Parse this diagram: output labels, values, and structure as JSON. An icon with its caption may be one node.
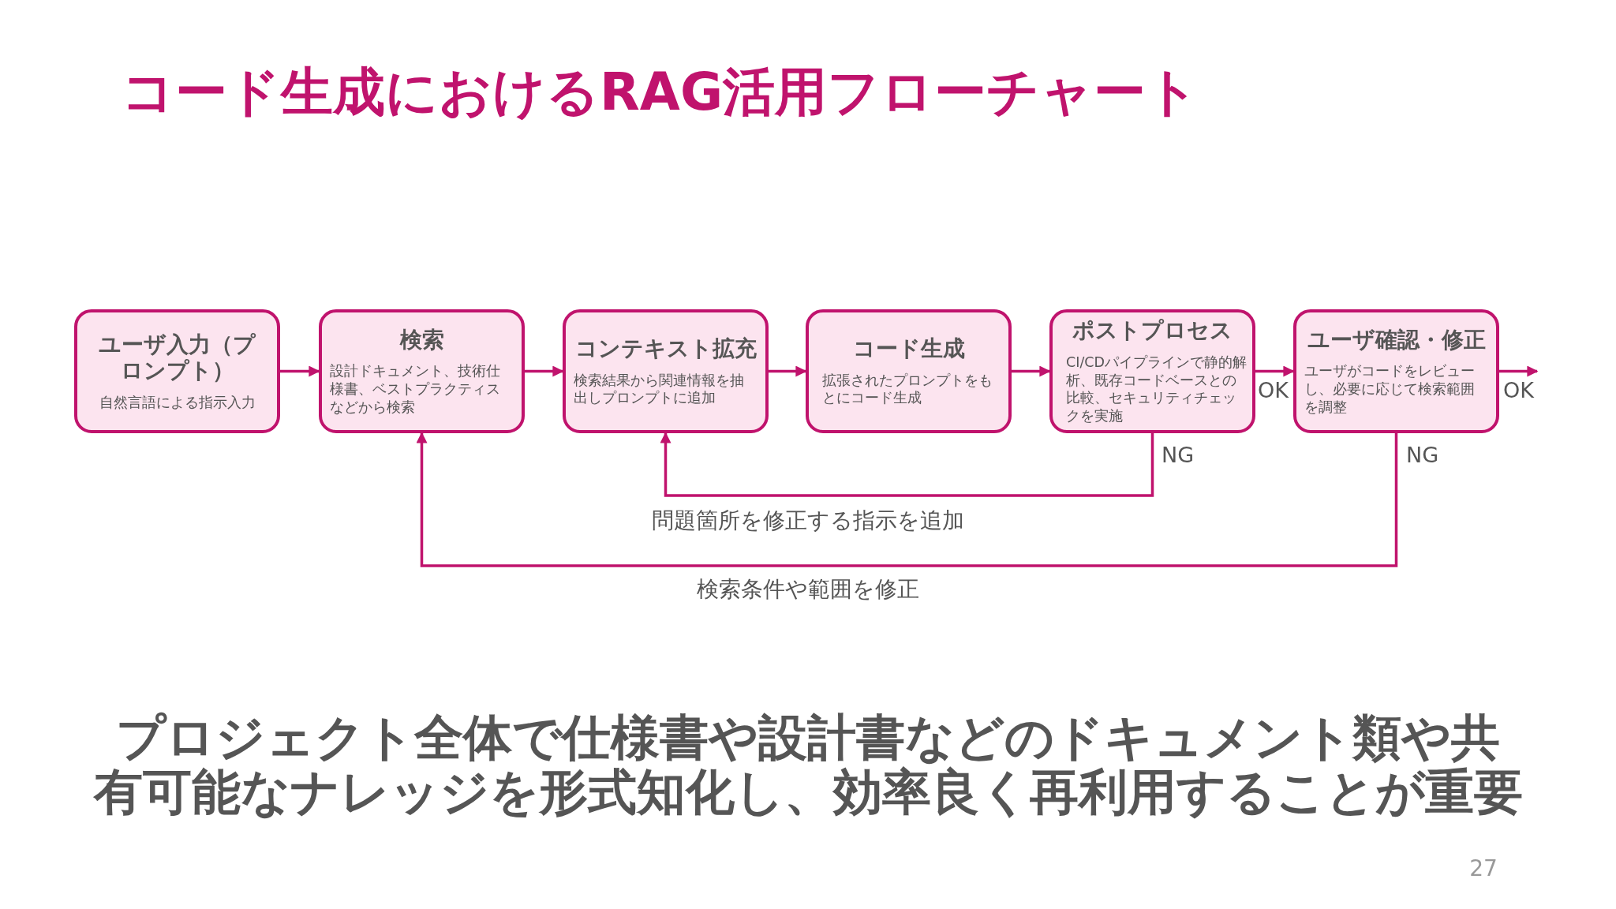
{
  "diagram": {
    "title": "コード生成におけるRAG活用フローチャート",
    "nodes": [
      {
        "text": [
          "ユーザ入力（プロンプト）",
          "自然言語による指示入力"
        ]
      },
      {
        "text": [
          "検索",
          "設計ドキュメント、技術仕様書、ベストプラクティスなどから検索"
        ]
      },
      {
        "text": [
          "コンテキスト拡充",
          "検索結果から関連情報を抽出しプロンプトに追加"
        ]
      },
      {
        "text": [
          "コード生成",
          "拡張されたプロンプトをもとにコード生成"
        ]
      },
      {
        "text": [
          "ポストプロセス",
          "CI/CDパイプラインで静的解析、既存コードベースとの比較、セキュリティチェックを実施"
        ]
      },
      {
        "text": [
          "ユーザ確認・修正",
          "ユーザがコードをレビューし、必要に応じて検索範囲を調整"
        ]
      }
    ],
    "edges": [
      {
        "from": 0,
        "to": 1,
        "arrow": "to"
      },
      {
        "from": 1,
        "to": 2,
        "arrow": "to"
      },
      {
        "from": 2,
        "to": 3,
        "arrow": "to"
      },
      {
        "from": 3,
        "to": 4,
        "arrow": "to"
      },
      {
        "from": 4,
        "to": 5,
        "arrow": "to",
        "label": "OK"
      },
      {
        "from": 5,
        "to": null,
        "arrow": "to",
        "label": "OK"
      },
      {
        "from": 4,
        "to": 2,
        "arrow": "to",
        "label": "NG"
      },
      {
        "from": 5,
        "to": 1,
        "arrow": "to",
        "label": "NG"
      }
    ],
    "labels": [
      "問題箇所を修正する指示を追加",
      "検索条件や範囲を修正",
      "プロジェクト全体で仕様書や設計書などのドキュメント類や共有可能なナレッジを形式知化し、効率良く再利用することが重要",
      "27"
    ]
  }
}
